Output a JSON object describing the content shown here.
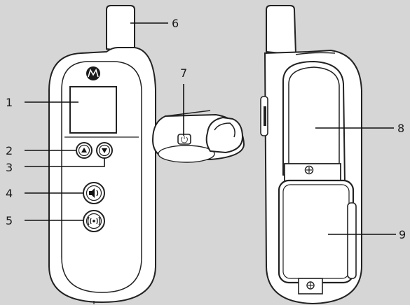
{
  "diagram": {
    "brand_logo": "motorola-batwing-logo",
    "callouts": [
      {
        "id": "1",
        "label": "1"
      },
      {
        "id": "2",
        "label": "2"
      },
      {
        "id": "3",
        "label": "3"
      },
      {
        "id": "4",
        "label": "4"
      },
      {
        "id": "5",
        "label": "5"
      },
      {
        "id": "6",
        "label": "6"
      },
      {
        "id": "7",
        "label": "7"
      },
      {
        "id": "8",
        "label": "8"
      },
      {
        "id": "9",
        "label": "9"
      }
    ],
    "icons": {
      "up_button": "up-arrow-icon",
      "down_button": "down-arrow-icon",
      "speaker_button": "speaker-icon",
      "vibrate_button": "vibrate-icon",
      "power_button": "power-icon"
    },
    "colors": {
      "background": "#d6d6d6",
      "device_body": "#ffffff",
      "outline": "#222222"
    }
  }
}
